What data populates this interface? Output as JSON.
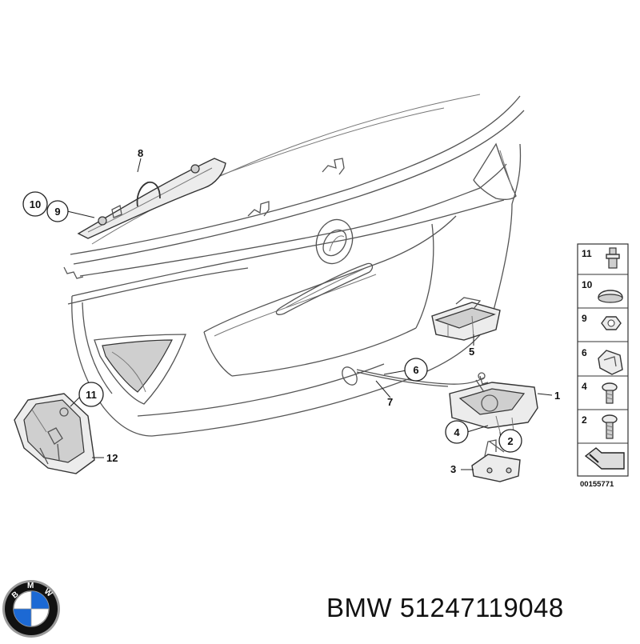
{
  "diagram": {
    "callouts": [
      "1",
      "2",
      "3",
      "4",
      "5",
      "6",
      "7",
      "8",
      "9",
      "10",
      "11",
      "12"
    ],
    "legend": [
      "11",
      "10",
      "9",
      "6",
      "4",
      "2"
    ],
    "reference_code": "00155771"
  },
  "caption": {
    "brand": "BMW",
    "part_number": "51247119048"
  },
  "logo": {
    "text": "BMW",
    "colors": {
      "ring": "#111111",
      "blue": "#1c69d4",
      "white": "#ffffff",
      "chrome": "#9a9a9a"
    }
  }
}
